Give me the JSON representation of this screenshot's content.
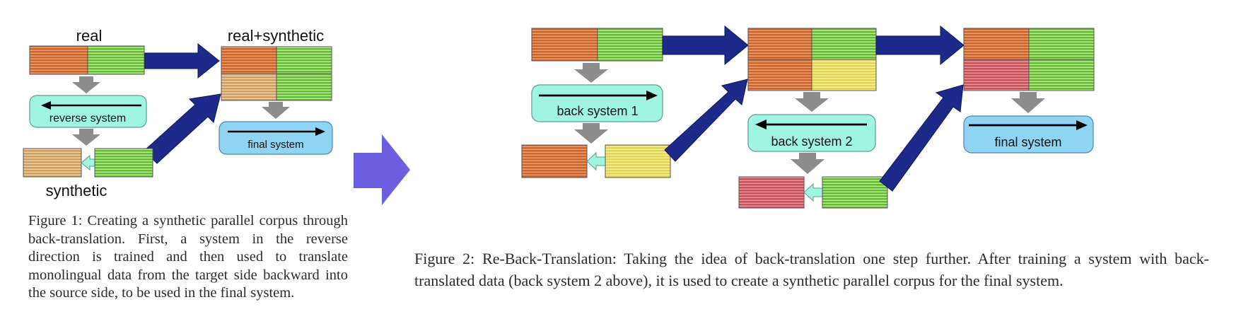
{
  "figure1": {
    "label_real": "real",
    "label_real_synthetic": "real+synthetic",
    "label_synthetic": "synthetic",
    "reverse_system": "reverse system",
    "final_system": "final system",
    "caption": "Figure 1: Creating a synthetic parallel corpus through back-translation. First, a system in the reverse direction is trained and then used to translate monolingual data from the target side backward into the source side, to be used in the final system."
  },
  "figure2": {
    "back_system_1": "back system 1",
    "back_system_2": "back system 2",
    "final_system": "final system",
    "caption": "Figure 2: Re-Back-Translation: Taking the idea of back-translation one step further. After training a system with back-translated data (back system 2 above), it is used to create a synthetic parallel corpus for the final system."
  },
  "colors": {
    "real_source": "#c8642f",
    "target_green": "#6fbf3e",
    "synthetic_tan": "#d4a869",
    "synthetic_yellow": "#e8dc5a",
    "synthetic_red": "#c85a5e",
    "system_box_teal": "#9ff5e0",
    "final_box_blue": "#8fd4f2",
    "flow_arrow_navy": "#1e2a8a",
    "step_arrow_gray": "#8c8c8c",
    "transition_arrow": "#6b5fe0"
  }
}
